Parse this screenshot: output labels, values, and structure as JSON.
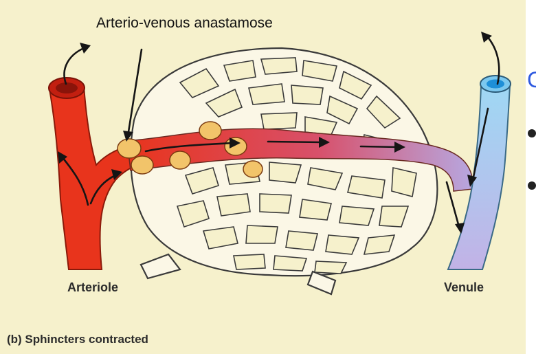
{
  "figure": {
    "callout_label": "Arterio-venous anastamose",
    "arteriole_label": "Arteriole",
    "venule_label": "Venule",
    "caption": "(b) Sphincters contracted"
  },
  "slide_fragment": {
    "cut_text": "C"
  },
  "colors": {
    "background": "#f6f1cc",
    "arteriole": "#e8341c",
    "venule": "#a9dcf5",
    "capillary_bed": "#fbf7e6",
    "sphincter": "#f2c46a",
    "accent_text": "#2f5ae0"
  },
  "icons": [
    "flow-arrow-icon",
    "sphincter-icon",
    "bullet-icon"
  ]
}
